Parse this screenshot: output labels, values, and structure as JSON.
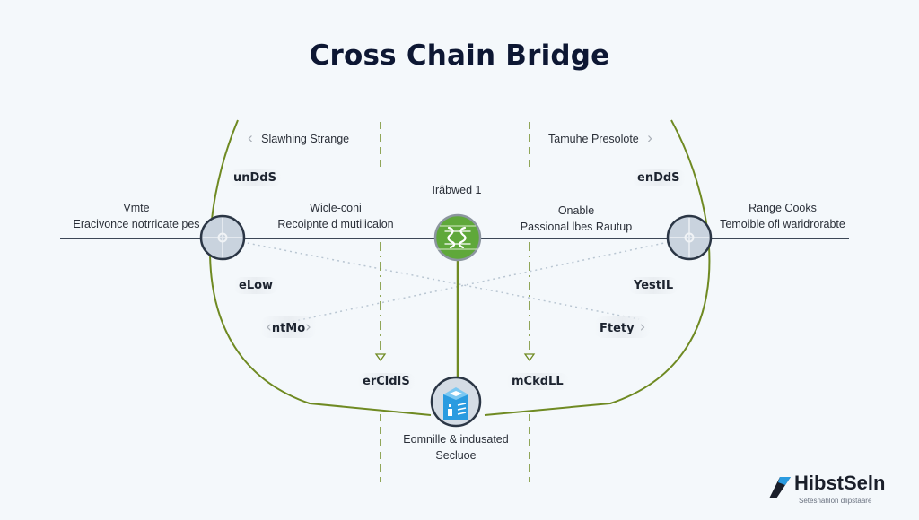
{
  "title": "Cross Chain Bridge",
  "colors": {
    "arc": "#6f8a22",
    "axis": "#3c4756",
    "dashed": "#6f8a22",
    "dotted": "#b9c6d2",
    "node_fill": "#c9d3de",
    "node_stroke": "#2b3645",
    "hub": "#5fa83a",
    "storage": "#2a9be0"
  },
  "nodes": {
    "left": {
      "name": "left-chain-node",
      "top_label": "Vmte",
      "bottom_label": "Eracivonce notrricate pes"
    },
    "right": {
      "name": "right-chain-node",
      "top_label": "Range Cooks",
      "bottom_label": "Temoible ofl waridrorabte"
    },
    "hub": {
      "name": "bridge-hub",
      "label": "Irâbwed 1"
    },
    "storage": {
      "name": "storage-node",
      "line1": "Eomnille & indusated",
      "line2": "Secluoe"
    }
  },
  "inner_labels": {
    "left": {
      "line1": "Wicle-coni",
      "line2": "Recoipnte d mutilicalon"
    },
    "right": {
      "line1": "Onable",
      "line2": "Passional lbes Rautup"
    }
  },
  "top_labels": {
    "left": "Slawhing Strange",
    "right": "Tamuhe Presolote"
  },
  "pills": {
    "upper_left": "unDdS",
    "upper_right": "enDdS",
    "mid_left": "eLow",
    "mid_right": "YestIL",
    "low_left": "ntMo",
    "low_right": "Ftety",
    "bottom_left": "erCldIS",
    "bottom_right": "mCkdLL"
  },
  "logo": {
    "name": "HibstSeln",
    "tagline": "Setesnahlon dlipstaare"
  }
}
